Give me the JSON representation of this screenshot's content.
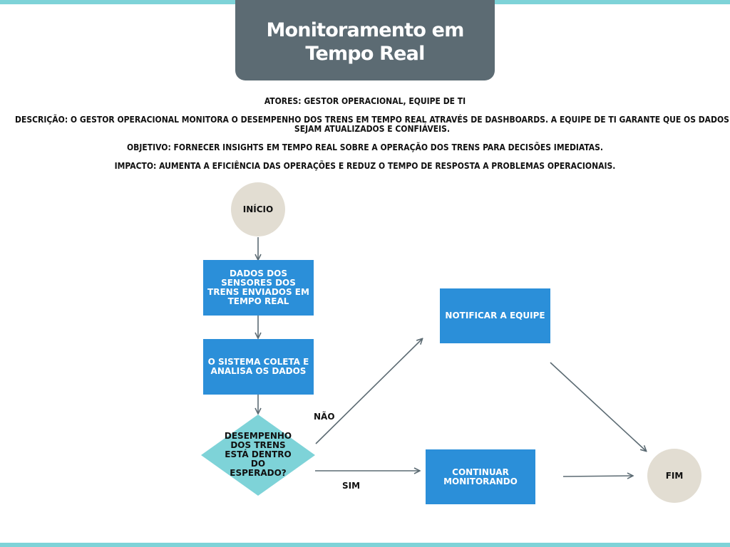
{
  "colors": {
    "band": "#7ed3d8",
    "title_bg": "#5c6b73",
    "process_box": "#2b8fd9",
    "decision": "#7ed3d8",
    "terminal": "#e2ddd2",
    "arrow": "#5c6b73"
  },
  "title": "Monitoramento em Tempo Real",
  "info": {
    "atores": "ATORES: GESTOR OPERACIONAL, EQUIPE DE TI",
    "descricao": "DESCRIÇÃO: O GESTOR OPERACIONAL MONITORA O DESEMPENHO DOS TRENS EM TEMPO REAL ATRAVÉS DE DASHBOARDS. A EQUIPE DE TI GARANTE QUE OS DADOS SEJAM ATUALIZADOS E CONFIÁVEIS.",
    "objetivo": "OBJETIVO: FORNECER INSIGHTS EM TEMPO REAL SOBRE A OPERAÇÃO DOS TRENS PARA DECISÕES IMEDIATAS.",
    "impacto": "IMPACTO: AUMENTA A EFICIÊNCIA DAS OPERAÇÕES E REDUZ O TEMPO DE RESPOSTA A PROBLEMAS OPERACIONAIS."
  },
  "flow": {
    "start": "INÍCIO",
    "step1": "DADOS DOS SENSORES DOS TRENS ENVIADOS EM TEMPO REAL",
    "step2": "O SISTEMA COLETA E ANALISA OS DADOS",
    "decision": "DESEMPENHO DOS TRENS ESTÁ DENTRO DO ESPERADO?",
    "label_no": "NÃO",
    "label_yes": "SIM",
    "notify": "NOTIFICAR A EQUIPE",
    "continue": "CONTINUAR MONITORANDO",
    "end": "FIM"
  }
}
